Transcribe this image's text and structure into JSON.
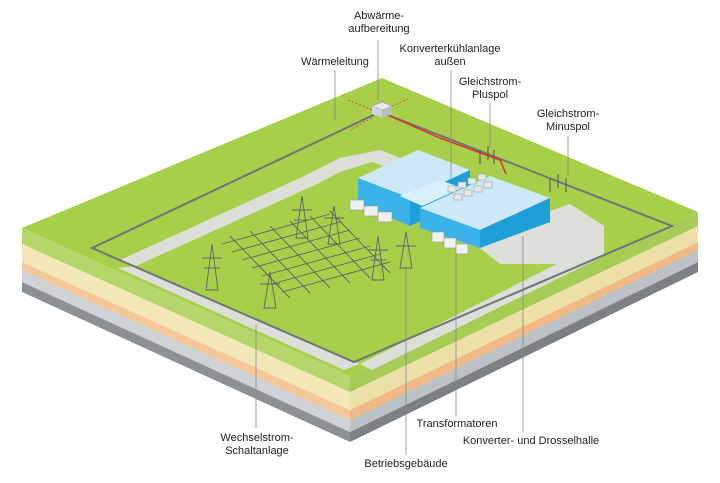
{
  "labels": {
    "abwaerme": [
      "Abwärme-",
      "aufbereitung"
    ],
    "konverterkuehl": [
      "Konverterkühlanlage",
      "außen"
    ],
    "waermeleitung": [
      "Wärmeleitung"
    ],
    "pluspol": [
      "Gleichstrom-",
      "Pluspol"
    ],
    "minuspol": [
      "Gleichstrom-",
      "Minuspol"
    ],
    "wechselstrom": [
      "Wechselstrom-",
      "Schaltanlage"
    ],
    "transformatoren": [
      "Transformatoren"
    ],
    "betriebsgebaeude": [
      "Betriebsgebäude"
    ],
    "konverterhalle": [
      "Konverter- und Drosselhalle"
    ]
  },
  "colors": {
    "grass_top": "#a8cf4a",
    "grass_side": "#b5d66a",
    "soil_light": "#f3e6b7",
    "soil_orange": "#f5c89a",
    "rock": "#cfd3d6",
    "base_dark": "#8c9196",
    "road": "#d9dcd6",
    "fence": "#6f7478",
    "hall_roof": "#bfe6f7",
    "hall_wall": "#1fa8e6",
    "heat_line": "#e03030",
    "leader": "#888888"
  }
}
